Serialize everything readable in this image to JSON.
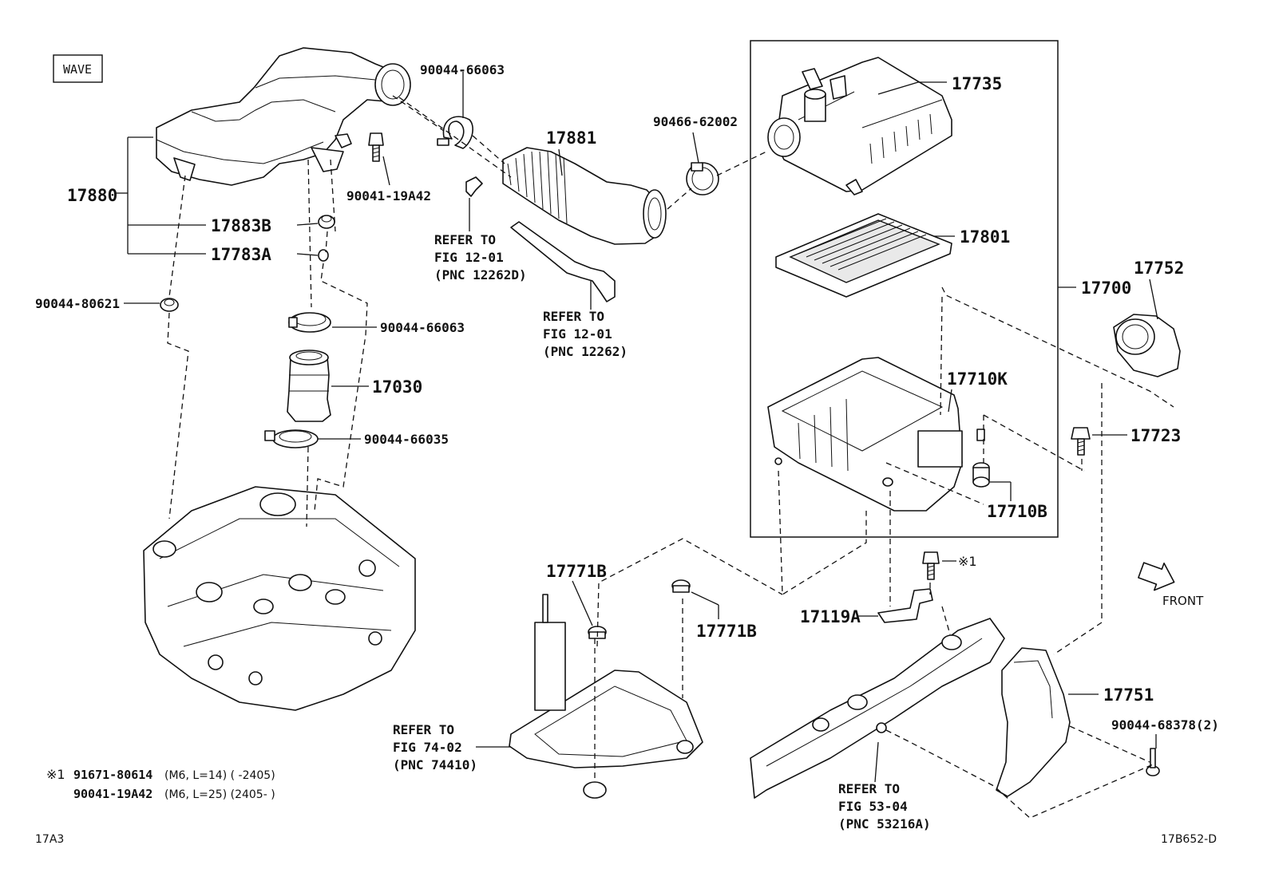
{
  "badge": "WAVE",
  "labels": {
    "p17880": "17880",
    "p17883B": "17883B",
    "p17783A": "17783A",
    "p90044_80621": "90044-80621",
    "p90044_66063_top": "90044-66063",
    "p90041_19A42": "90041-19A42",
    "p17881": "17881",
    "p90466_62002": "90466-62002",
    "p17735": "17735",
    "p17801": "17801",
    "p17700": "17700",
    "p17752": "17752",
    "p17710K": "17710K",
    "p17723": "17723",
    "p17710B": "17710B",
    "p90044_66063_mid": "90044-66063",
    "p17030": "17030",
    "p90044_66035": "90044-66035",
    "p17771B_left": "17771B",
    "p17771B_right": "17771B",
    "p17119A": "17119A",
    "star1": "※1",
    "front": "FRONT",
    "p17751": "17751",
    "p90044_68378": "90044-68378(2)"
  },
  "refers": {
    "r1": [
      "REFER TO",
      "FIG 12-01",
      "(PNC 12262D)"
    ],
    "r2": [
      "REFER TO",
      "FIG 12-01",
      "(PNC 12262)"
    ],
    "r3": [
      "REFER TO",
      "FIG 74-02",
      "(PNC 74410)"
    ],
    "r4": [
      "REFER TO",
      "FIG 53-04",
      "(PNC 53216A)"
    ]
  },
  "notes": {
    "mark": "※1",
    "n1_part": "91671-80614",
    "n1_spec": "(M6, L=14) (      -2405)",
    "n2_part": "90041-19A42",
    "n2_spec": "(M6, L=25) (2405-      )"
  },
  "footer": {
    "left_code": "17A3",
    "right_code": "17B652-D"
  }
}
